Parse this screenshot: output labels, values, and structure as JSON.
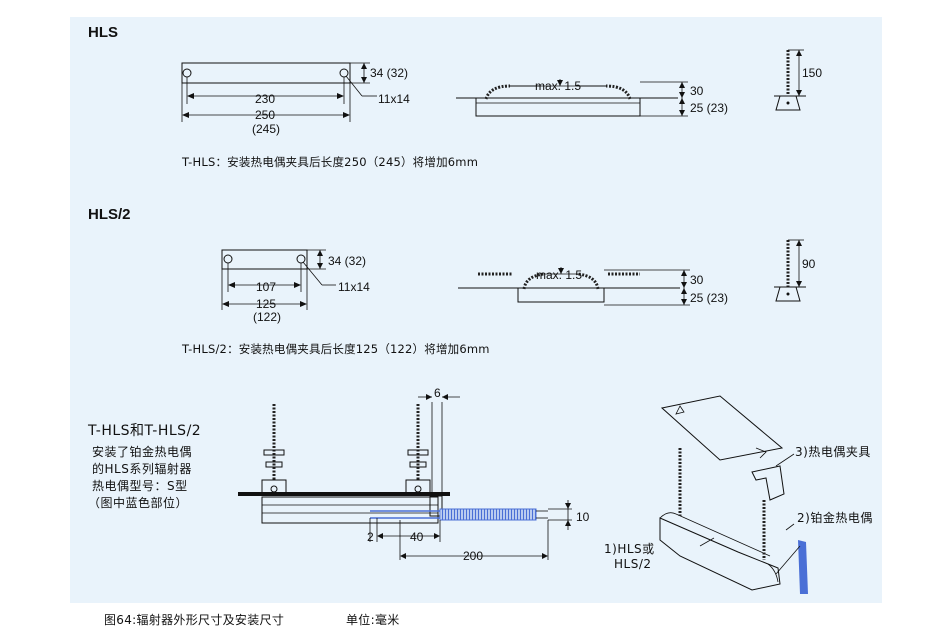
{
  "hls": {
    "title": "HLS",
    "dims": {
      "height_top": "34 (32)",
      "inner_len": "230",
      "hole": "11x14",
      "outer_len": "250",
      "outer_len_alt": "(245)",
      "max_bend": "max. 1.5",
      "side_height": "30",
      "side_bottom": "25 (23)",
      "rod_height": "150"
    },
    "note": "T-HLS：安装热电偶夹具后长度250（245）将增加6mm"
  },
  "hls2": {
    "title": "HLS/2",
    "dims": {
      "height_top": "34 (32)",
      "inner_len": "107",
      "hole": "11x14",
      "outer_len": "125",
      "outer_len_alt": "(122)",
      "max_bend": "max. 1.5",
      "side_height": "30",
      "side_bottom": "25 (23)",
      "rod_height": "90"
    },
    "note": "T-HLS/2：安装热电偶夹具后长度125（122）将增加6mm"
  },
  "thls": {
    "title": "T-HLS和T-HLS/2",
    "desc": [
      "安装了铂金热电偶",
      "的HLS系列辐射器",
      "热电偶型号：S型",
      "（图中蓝色部位）"
    ],
    "dims": {
      "clamp_offset": "6",
      "left_gap": "2",
      "probe_offset": "40",
      "probe_len": "200",
      "probe_dia": "10"
    },
    "labels": {
      "clamp": "3)热电偶夹具",
      "thermocouple": "2)铂金热电偶",
      "heater_line1": "1)HLS或",
      "heater_line2": "HLS/2"
    }
  },
  "caption": {
    "figure": "图64:辐射器外形尺寸及安装尺寸",
    "unit": "单位:毫米"
  },
  "colors": {
    "panel": "#e9f3fb",
    "probe": "#4a6fd6"
  }
}
